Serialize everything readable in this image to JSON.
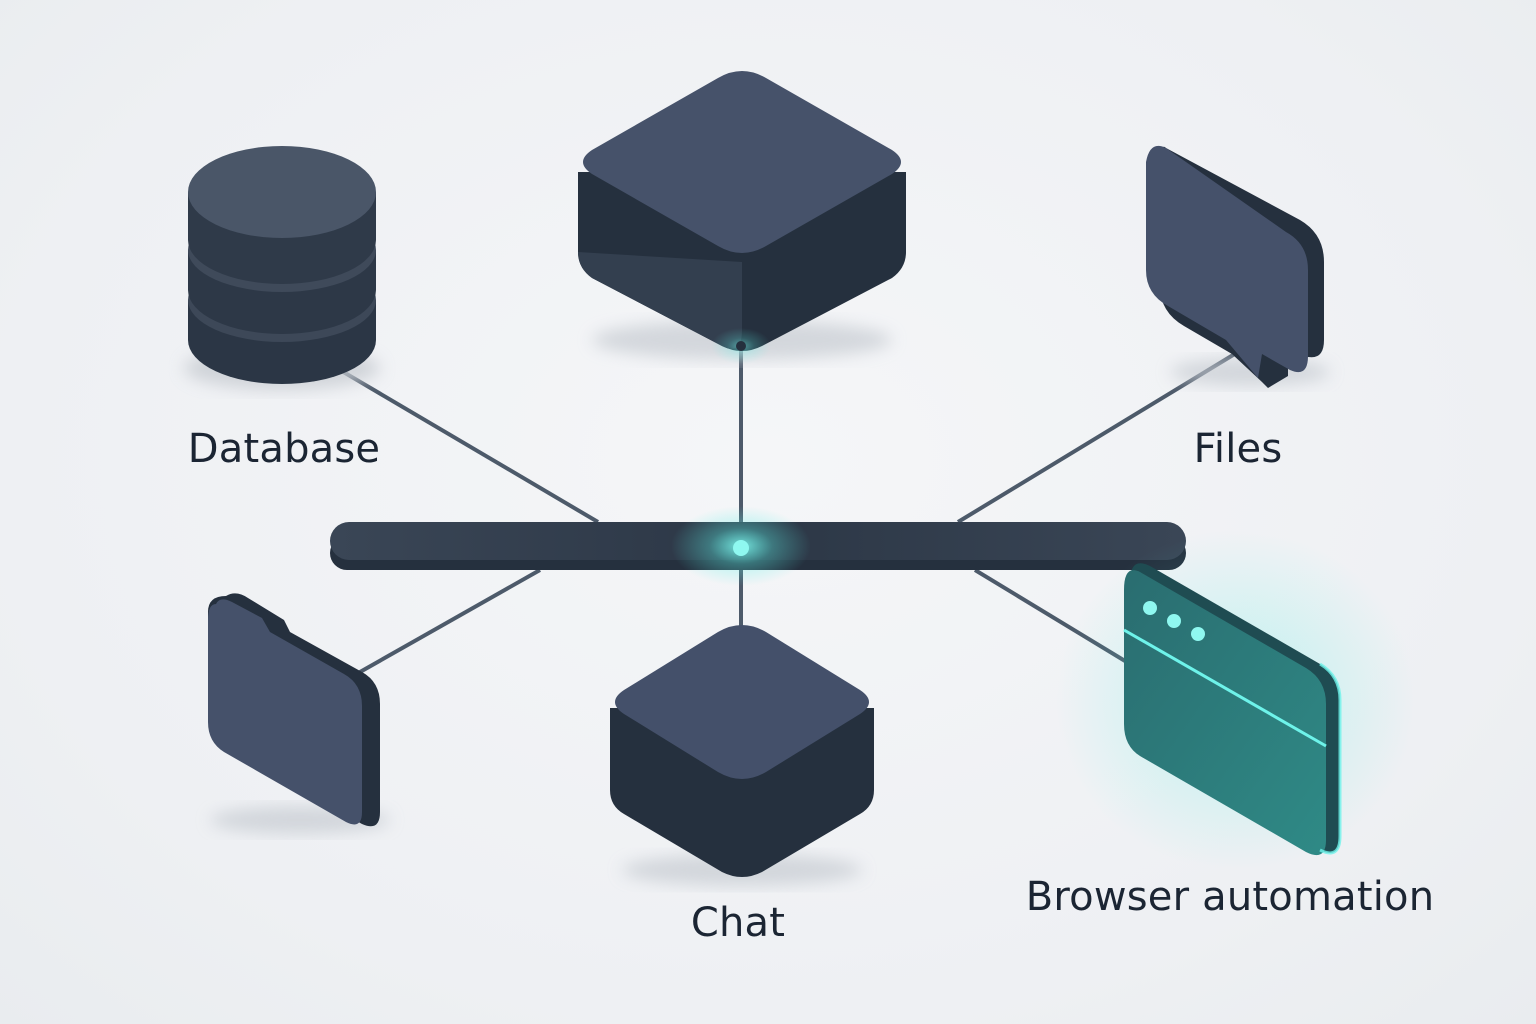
{
  "labels": {
    "database": "Database",
    "files": "Files",
    "chat": "Chat",
    "browser": "Browser automation"
  },
  "colors": {
    "node_dark": "#2f3b4b",
    "node_top": "#4a5668",
    "connector": "#4d5a6a",
    "accent": "#5ef0e6",
    "browser_fill": "#2f7a7a"
  }
}
